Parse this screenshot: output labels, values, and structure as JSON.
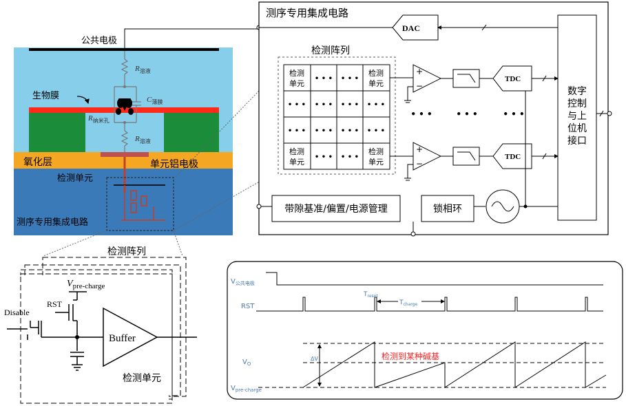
{
  "colors": {
    "sky": "#87ceeb",
    "oxide": "#f5a623",
    "chip": "#3a7ab8",
    "membrane": "#ff2a1a",
    "green": "#1a8c3a",
    "electrode": "#c0504d",
    "trace": "#c0402a",
    "blue_text": "#4a7ab8",
    "red_text": "#ff2020"
  },
  "cross_section": {
    "common_electrode": "公共电极",
    "bio_membrane": "生物膜",
    "oxide_layer": "氧化层",
    "al_electrode": "单元铝电极",
    "detect_unit": "检测单元",
    "chip_label": "测序专用集成电路",
    "r_top": "R",
    "r_top_sub": "溶液",
    "r_mid": "R",
    "r_mid_sub": "纳米孔",
    "c_label": "C",
    "c_sub": "薄膜",
    "r_bot": "R",
    "r_bot_sub": "溶液"
  },
  "asic": {
    "title": "测序专用集成电路",
    "dac": "DAC",
    "array_title": "检测阵列",
    "cell_line1": "检测",
    "cell_line2": "单元",
    "dots": "• • •",
    "dots_v": "⋮",
    "tdc1": "TDC",
    "tdc2": "TDC",
    "digital": [
      "数字",
      "控制",
      "与上",
      "位机",
      "接口"
    ],
    "bandgap": "带隙基准/偏置/电源管理",
    "pll": "锁相环",
    "plus": "+",
    "minus": "−"
  },
  "circuit": {
    "array_title": "检测阵列",
    "vpre": "V",
    "vpre_sub": "pre-charge",
    "rst": "RST",
    "disable": "Disable",
    "buffer": "Buffer",
    "unit": "检测单元"
  },
  "timing": {
    "v_common": "V",
    "v_common_sub": "公共电极",
    "rst": "RST",
    "t_reset": "T",
    "t_reset_sub": "reset",
    "t_charge": "T",
    "t_charge_sub": "charge",
    "vo": "V",
    "vo_sub": "O",
    "vpre": "V",
    "vpre_sub": "pre-charge",
    "delta_v": "ΔV",
    "detect_label": "检测到某种碱基"
  }
}
